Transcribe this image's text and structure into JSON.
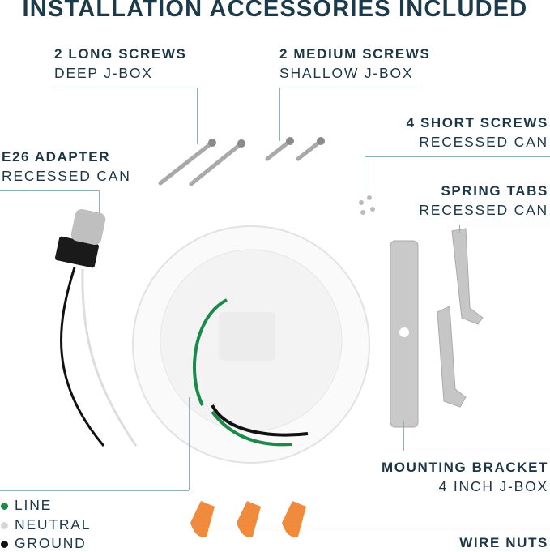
{
  "title": "INSTALLATION ACCESSORIES INCLUDED",
  "callouts": {
    "long_screws": {
      "title": "2 LONG SCREWS",
      "subtitle": "DEEP J-BOX"
    },
    "medium_screws": {
      "title": "2 MEDIUM SCREWS",
      "subtitle": "SHALLOW J-BOX"
    },
    "short_screws": {
      "title": "4 SHORT SCREWS",
      "subtitle": "RECESSED CAN"
    },
    "e26_adapter": {
      "title": "E26 ADAPTER",
      "subtitle": "RECESSED CAN"
    },
    "spring_tabs": {
      "title": "SPRING TABS",
      "subtitle": "RECESSED CAN"
    },
    "mounting_bracket": {
      "title": "MOUNTING BRACKET",
      "subtitle": "4 INCH J-BOX"
    },
    "wire_nuts": {
      "title": "WIRE NUTS"
    }
  },
  "legend": [
    {
      "label": "LINE",
      "color": "#1a8a4a"
    },
    {
      "label": "NEUTRAL",
      "color": "#d6d6d6"
    },
    {
      "label": "GROUND",
      "color": "#111111"
    }
  ],
  "colors": {
    "heading": "#1c3a4a",
    "leader_line": "#8fb0bb",
    "wire_nut": "#f08a3c"
  }
}
